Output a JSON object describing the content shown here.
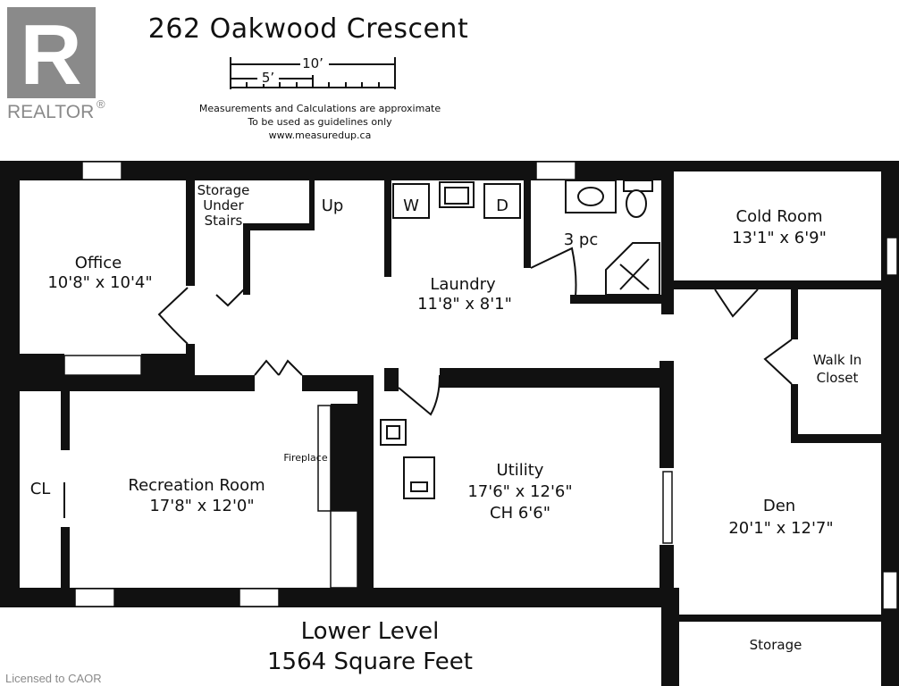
{
  "header": {
    "title": "262 Oakwood Crescent",
    "scale_label_10": "10’",
    "scale_label_5": "5’",
    "disclaimer_line1": "Measurements and Calculations are approximate",
    "disclaimer_line2": "To be used as guidelines only",
    "website": "www.measuredup.ca"
  },
  "logo": {
    "mark": "R",
    "text": "REALTOR",
    "trademark": "®"
  },
  "rooms": {
    "office": {
      "name": "Office",
      "dims": "10'8\" x 10'4\""
    },
    "storage_under_stairs": {
      "line1": "Storage",
      "line2": "Under",
      "line3": "Stairs"
    },
    "up": "Up",
    "laundry": {
      "name": "Laundry",
      "dims": "11'8\" x 8'1\""
    },
    "washer": "W",
    "dryer": "D",
    "bath": "3 pc",
    "cold_room": {
      "name": "Cold Room",
      "dims": "13'1\" x 6'9\""
    },
    "walk_in_closet": {
      "line1": "Walk In",
      "line2": "Closet"
    },
    "recreation_room": {
      "name": "Recreation Room",
      "dims": "17'8\" x 12'0\""
    },
    "closet": "CL",
    "fireplace": "Fireplace",
    "utility": {
      "name": "Utility",
      "dims": "17'6\" x 12'6\"",
      "ceiling": "CH 6'6\""
    },
    "den": {
      "name": "Den",
      "dims": "20'1\" x 12'7\""
    },
    "storage": "Storage"
  },
  "footer": {
    "level": "Lower Level",
    "area": "1564 Square Feet"
  },
  "license": "Licensed to CAOR",
  "colors": {
    "wall": "#111111",
    "logo_gray": "#8a8a8a",
    "background": "#ffffff"
  }
}
